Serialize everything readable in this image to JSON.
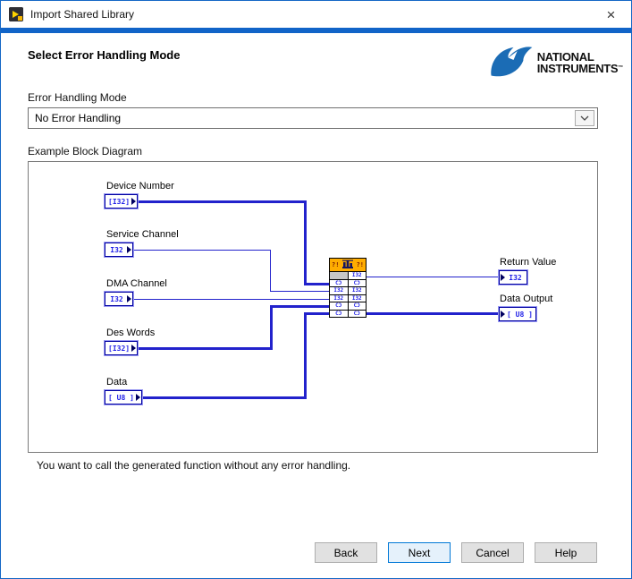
{
  "window": {
    "title": "Import Shared Library",
    "close_glyph": "×"
  },
  "header": {
    "title": "Select Error Handling Mode",
    "logo": {
      "line1": "NATIONAL",
      "line2": "INSTRUMENTS",
      "tm": "™"
    }
  },
  "form": {
    "mode_label": "Error Handling Mode",
    "mode_value": "No Error Handling",
    "diagram_label": "Example Block Diagram"
  },
  "diagram": {
    "inputs": [
      {
        "label": "Device Number",
        "type": "[I32]"
      },
      {
        "label": "Service Channel",
        "type": "I32"
      },
      {
        "label": "DMA Channel",
        "type": "I32"
      },
      {
        "label": "Des Words",
        "type": "[I32]"
      },
      {
        "label": "Data",
        "type": "[ U8 ]"
      }
    ],
    "node": {
      "left_badge": "?!",
      "right_badge": "?!",
      "rows": [
        {
          "left": "",
          "right": "I32"
        },
        {
          "left": "CƆ",
          "right": "CƆ"
        },
        {
          "left": "I32",
          "right": "I32"
        },
        {
          "left": "I32",
          "right": "I32"
        },
        {
          "left": "CƆ",
          "right": "CƆ"
        },
        {
          "left": "CƆ",
          "right": "CƆ"
        }
      ]
    },
    "outputs": [
      {
        "label": "Return Value",
        "type": "I32"
      },
      {
        "label": "Data Output",
        "type": "[ U8 ]"
      }
    ]
  },
  "description": "You want to call the generated function without any error handling.",
  "buttons": {
    "back": "Back",
    "next": "Next",
    "cancel": "Cancel",
    "help": "Help"
  },
  "colors": {
    "accent": "#1164c8",
    "wire": "#2222cc",
    "node_header": "#ffad00",
    "terminal_text": "#2222e8",
    "next_border": "#0078d7"
  }
}
